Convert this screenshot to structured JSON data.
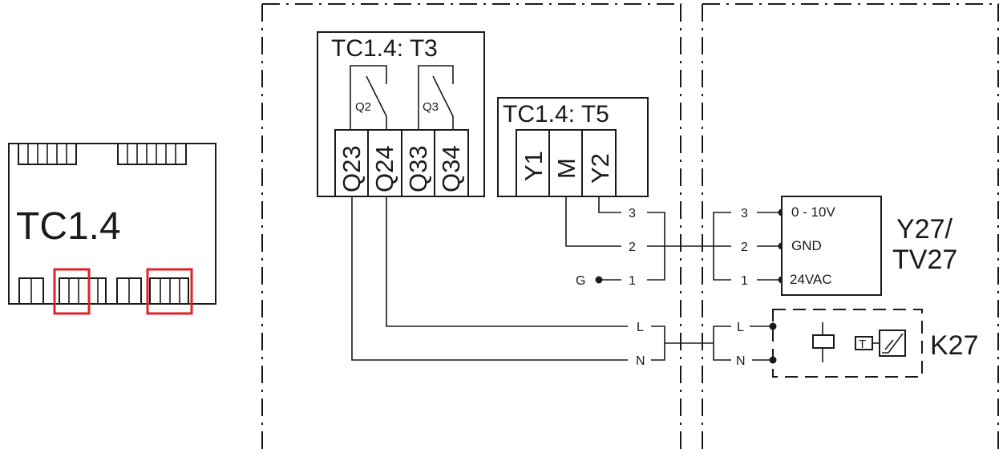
{
  "controller": {
    "label": "TC1.4"
  },
  "module_t3": {
    "title": "TC1.4:  T3",
    "relays": [
      "Q2",
      "Q3"
    ],
    "terminals": [
      "Q23",
      "Q24",
      "Q33",
      "Q34"
    ]
  },
  "module_t5": {
    "title": "TC1.4:  T5",
    "terminals": [
      "Y1",
      "M",
      "Y2"
    ]
  },
  "wire_numbers": {
    "three": "3",
    "two": "2",
    "one": "1"
  },
  "ground_label": "G",
  "power_lines": {
    "line": "L",
    "neutral": "N"
  },
  "actuator": {
    "name_line1": "Y27/",
    "name_line2": "TV27",
    "signals": [
      "0 - 10V",
      "GND",
      "24VAC"
    ]
  },
  "relay_device": {
    "name": "K27",
    "timer_symbol": "T"
  }
}
